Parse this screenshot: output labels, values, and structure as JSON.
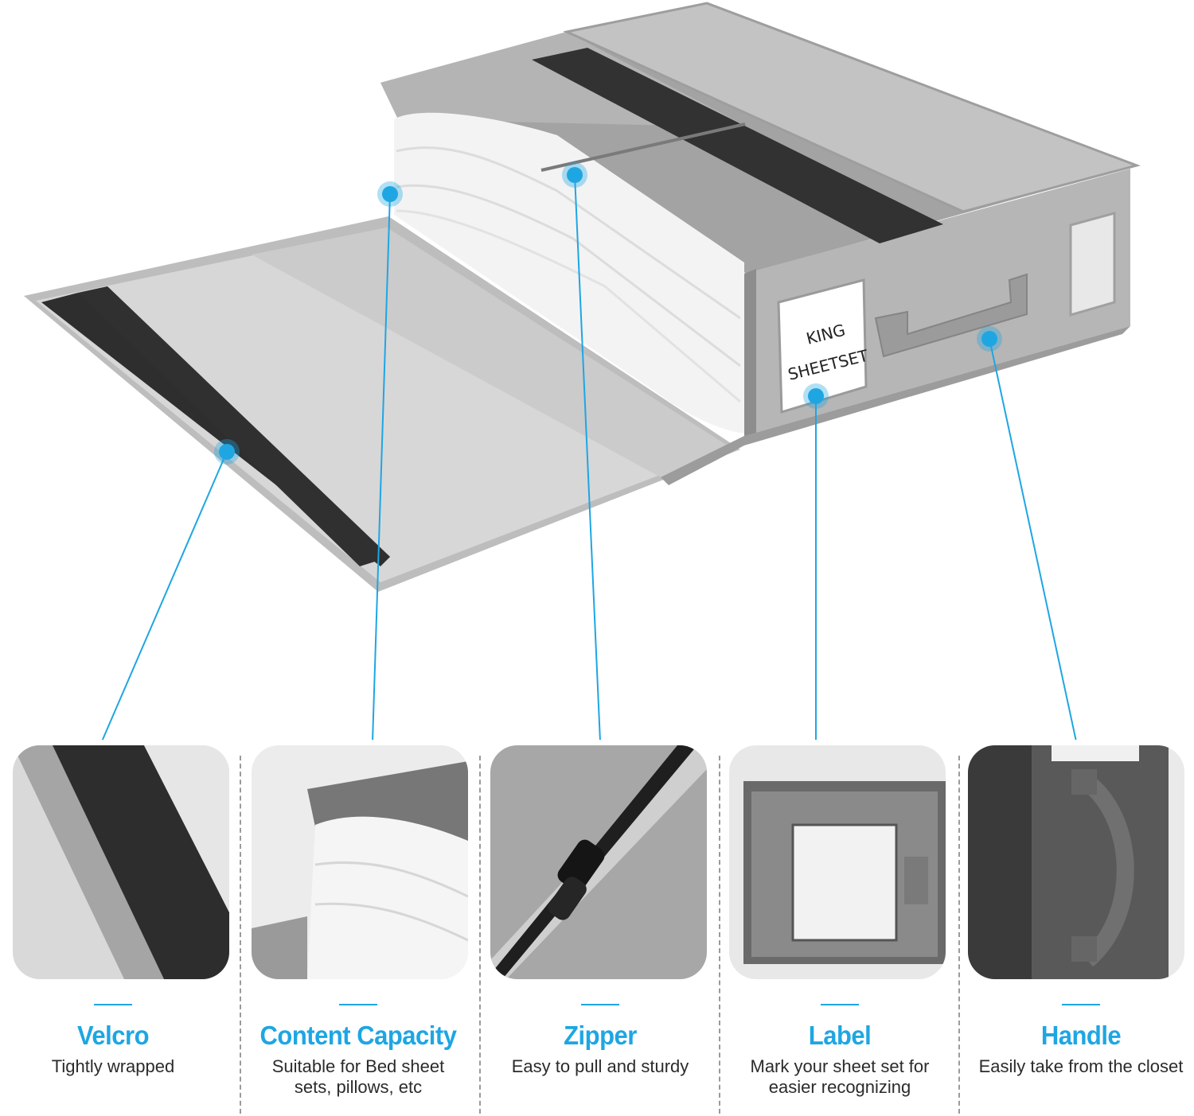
{
  "product_label": {
    "line1": "KING",
    "line2": "SHEETSET"
  },
  "colors": {
    "accent": "#1ea6e3",
    "fabric_light": "#cfcfcf",
    "fabric_mid": "#a9a9a9",
    "fabric_dark": "#6f6f6f",
    "velcro": "#2f2f2f",
    "sheet": "#f4f4f4"
  },
  "features": [
    {
      "id": "velcro",
      "title": "Velcro",
      "desc": "Tightly wrapped"
    },
    {
      "id": "content-capacity",
      "title": "Content Capacity",
      "desc": "Suitable for Bed sheet\nsets, pillows, etc"
    },
    {
      "id": "zipper",
      "title": "Zipper",
      "desc": "Easy to pull and sturdy"
    },
    {
      "id": "label",
      "title": "Label",
      "desc": "Mark your sheet set for\neasier recognizing"
    },
    {
      "id": "handle",
      "title": "Handle",
      "desc": "Easily take from the closet"
    }
  ]
}
